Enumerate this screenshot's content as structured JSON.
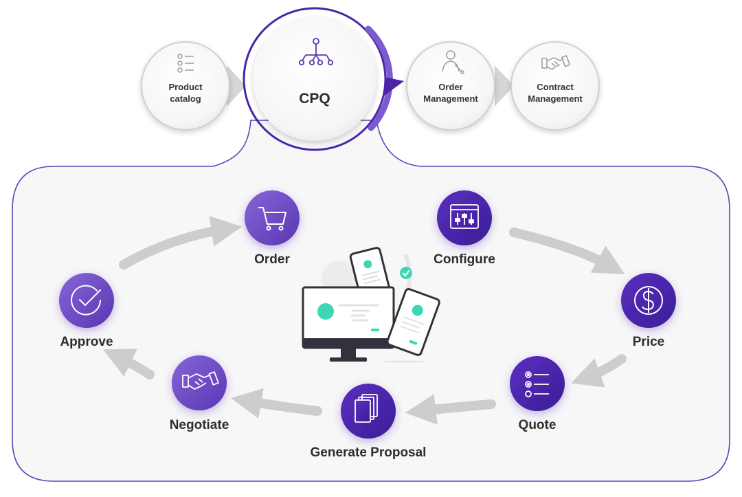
{
  "top_flow": {
    "product_catalog": {
      "line1": "Product",
      "line2": "catalog",
      "icon": "checklist-icon"
    },
    "cpq": {
      "label": "CPQ",
      "icon": "hierarchy-icon"
    },
    "order_management": {
      "line1": "Order",
      "line2": "Management",
      "icon": "service-engineer-icon"
    },
    "contract_management": {
      "line1": "Contract",
      "line2": "Management",
      "icon": "handshake-icon"
    }
  },
  "cycle": {
    "order": {
      "label": "Order",
      "icon": "shopping-cart-icon"
    },
    "configure": {
      "label": "Configure",
      "icon": "sliders-window-icon"
    },
    "price": {
      "label": "Price",
      "icon": "dollar-icon"
    },
    "quote": {
      "label": "Quote",
      "icon": "list-icon"
    },
    "generate_proposal": {
      "label": "Generate Proposal",
      "icon": "documents-icon"
    },
    "negotiate": {
      "label": "Negotiate",
      "icon": "handshake-icon"
    },
    "approve": {
      "label": "Approve",
      "icon": "check-circle-icon"
    }
  },
  "colors": {
    "purple_dark": "#4b25a8",
    "purple_light": "#7a5cc8",
    "arrow_gray": "#cfcfcf",
    "panel_bg": "#f7f7f8",
    "teal": "#3fd6b8"
  }
}
